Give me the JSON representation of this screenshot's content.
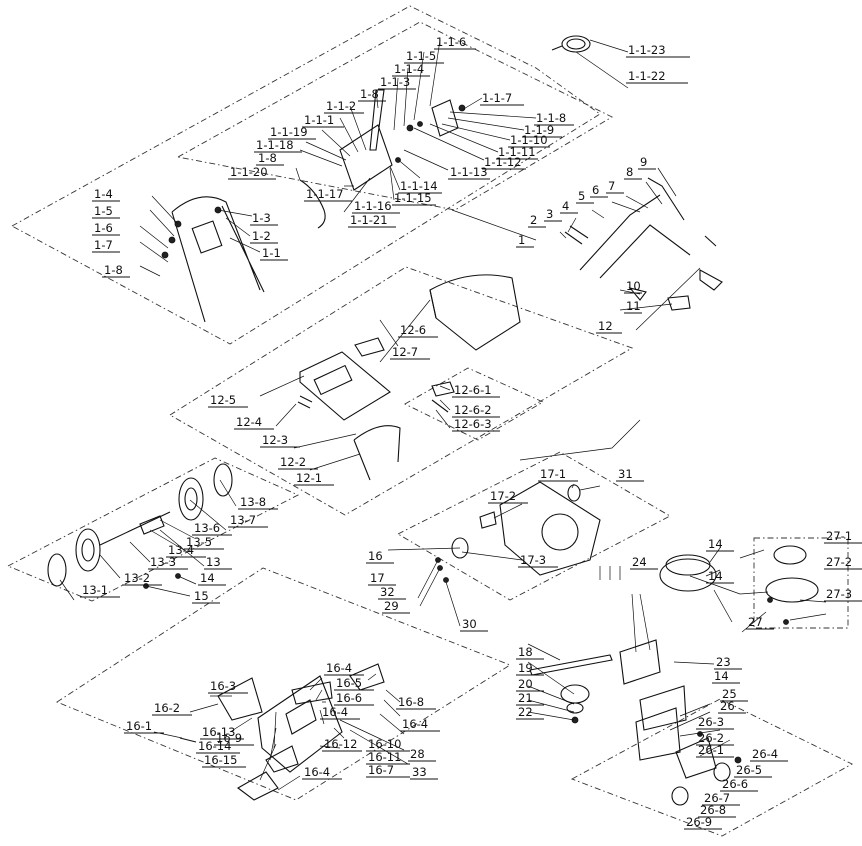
{
  "diagram": {
    "labels": [
      "1-1-23",
      "1-1-22",
      "1-1-6",
      "1-1-5",
      "1-1-4",
      "1-1-3",
      "1-8",
      "1-1-2",
      "1-1-1",
      "1-1-19",
      "1-1-18",
      "1-8",
      "1-1-20",
      "1-1-17",
      "1-1-16",
      "1-1-21",
      "1-1-7",
      "1-1-8",
      "1-1-9",
      "1-1-10",
      "1-1-11",
      "1-1-12",
      "1-1-13",
      "1-1-14",
      "1-1-15",
      "1-4",
      "1-5",
      "1-6",
      "1-7",
      "1-8",
      "1-3",
      "1-2",
      "1-1",
      "1",
      "9",
      "8",
      "7",
      "6",
      "5",
      "4",
      "3",
      "2",
      "10",
      "11",
      "12",
      "12-6",
      "12-7",
      "12-5",
      "12-4",
      "12-3",
      "12-2",
      "12-1",
      "12-6-1",
      "12-6-2",
      "12-6-3",
      "13-8",
      "13-7",
      "13-6",
      "13-5",
      "13-4",
      "13-3",
      "13",
      "13-2",
      "13-1",
      "14",
      "15",
      "17-1",
      "31",
      "17-2",
      "17-3",
      "16",
      "17",
      "24",
      "14",
      "14",
      "32",
      "29",
      "30",
      "27-1",
      "27-2",
      "27-3",
      "27",
      "23",
      "14",
      "25",
      "26",
      "18",
      "19",
      "20",
      "21",
      "22",
      "16-4",
      "16-5",
      "16-6",
      "16-4",
      "16-3",
      "16-2",
      "16-1",
      "16-9",
      "16-8",
      "16-4",
      "16-10",
      "16-11",
      "16-7",
      "16-13",
      "16-14",
      "16-15",
      "16-12",
      "28",
      "33",
      "16-4",
      "26-3",
      "26-2",
      "26-1",
      "26-4",
      "26-5",
      "26-6",
      "26-7",
      "26-8",
      "26-9"
    ]
  }
}
